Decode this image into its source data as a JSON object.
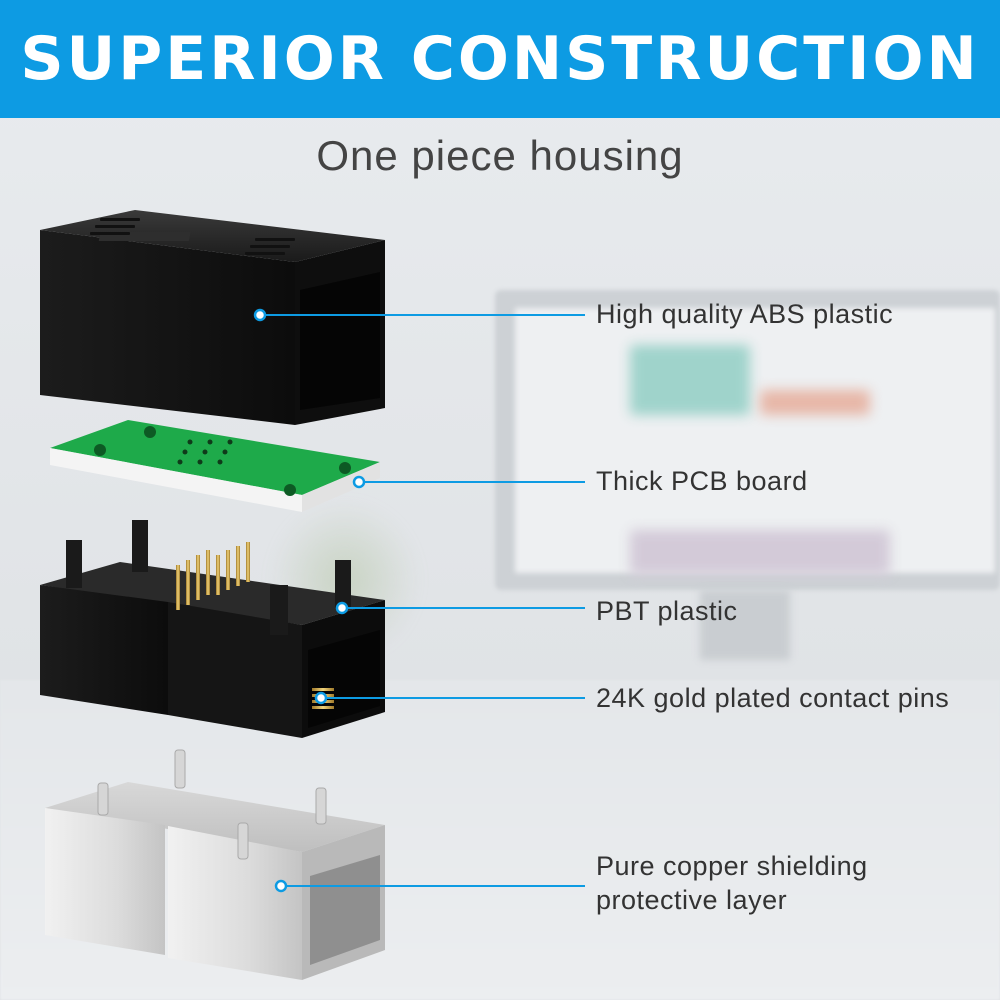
{
  "header": {
    "title": "SUPERIOR CONSTRUCTION",
    "background": "#0d9be3"
  },
  "subtitle": "One piece housing",
  "accent_color": "#0d9be3",
  "callouts": [
    {
      "id": "abs",
      "label": "High quality ABS plastic"
    },
    {
      "id": "pcb",
      "label": "Thick PCB board"
    },
    {
      "id": "pbt",
      "label": "PBT plastic"
    },
    {
      "id": "pins",
      "label": "24K gold plated contact pins"
    },
    {
      "id": "shield",
      "label_line1": "Pure copper shielding",
      "label_line2": "protective layer"
    }
  ],
  "parts": [
    "abs-housing",
    "pcb-board",
    "pbt-core",
    "gold-pins",
    "copper-shield"
  ]
}
